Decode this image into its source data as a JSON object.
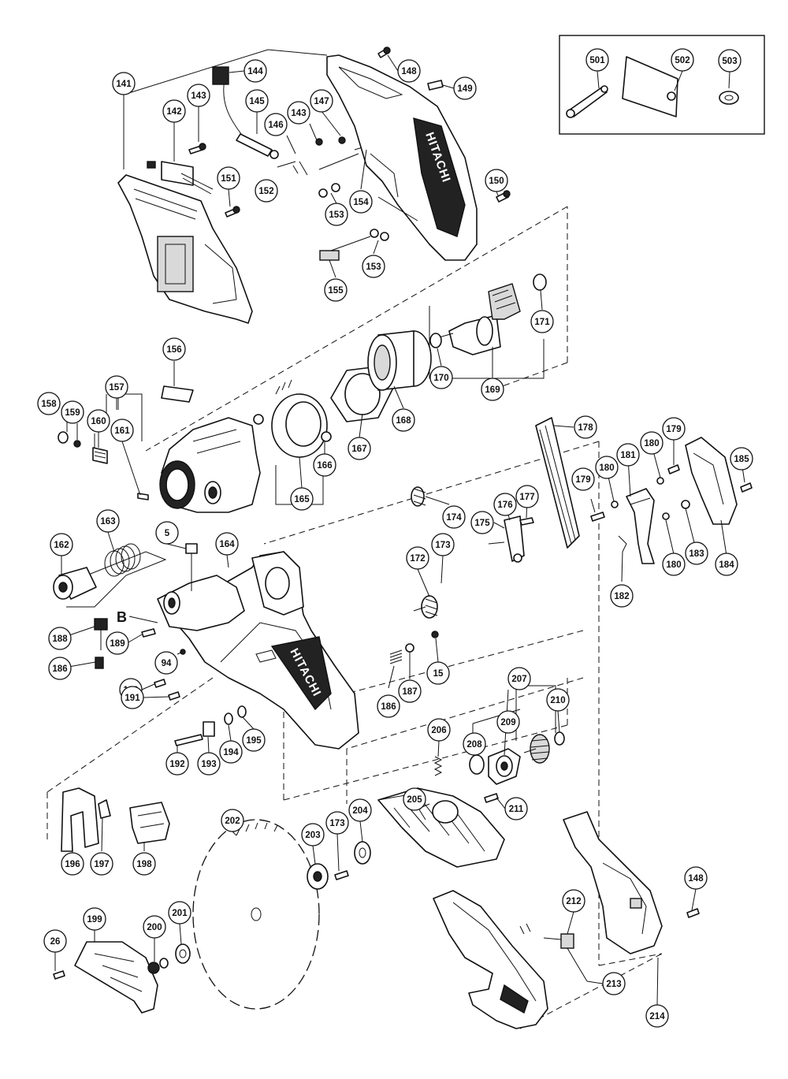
{
  "callouts": [
    {
      "id": "141",
      "label": "141"
    },
    {
      "id": "142",
      "label": "142"
    },
    {
      "id": "143a",
      "label": "143"
    },
    {
      "id": "144",
      "label": "144"
    },
    {
      "id": "145",
      "label": "145"
    },
    {
      "id": "146",
      "label": "146"
    },
    {
      "id": "143b",
      "label": "143"
    },
    {
      "id": "147",
      "label": "147"
    },
    {
      "id": "148a",
      "label": "148"
    },
    {
      "id": "149",
      "label": "149"
    },
    {
      "id": "150",
      "label": "150"
    },
    {
      "id": "151",
      "label": "151"
    },
    {
      "id": "152",
      "label": "152"
    },
    {
      "id": "153a",
      "label": "153"
    },
    {
      "id": "154",
      "label": "154"
    },
    {
      "id": "153b",
      "label": "153"
    },
    {
      "id": "155",
      "label": "155"
    },
    {
      "id": "156",
      "label": "156"
    },
    {
      "id": "157",
      "label": "157"
    },
    {
      "id": "158",
      "label": "158"
    },
    {
      "id": "159",
      "label": "159"
    },
    {
      "id": "160",
      "label": "160"
    },
    {
      "id": "161",
      "label": "161"
    },
    {
      "id": "162",
      "label": "162"
    },
    {
      "id": "163",
      "label": "163"
    },
    {
      "id": "5",
      "label": "5"
    },
    {
      "id": "164",
      "label": "164"
    },
    {
      "id": "165",
      "label": "165"
    },
    {
      "id": "166",
      "label": "166"
    },
    {
      "id": "167",
      "label": "167"
    },
    {
      "id": "168",
      "label": "168"
    },
    {
      "id": "169",
      "label": "169"
    },
    {
      "id": "170",
      "label": "170"
    },
    {
      "id": "171",
      "label": "171"
    },
    {
      "id": "172",
      "label": "172"
    },
    {
      "id": "173a",
      "label": "173"
    },
    {
      "id": "174",
      "label": "174"
    },
    {
      "id": "175",
      "label": "175"
    },
    {
      "id": "176",
      "label": "176"
    },
    {
      "id": "177",
      "label": "177"
    },
    {
      "id": "178",
      "label": "178"
    },
    {
      "id": "179a",
      "label": "179"
    },
    {
      "id": "179b",
      "label": "179"
    },
    {
      "id": "180a",
      "label": "180"
    },
    {
      "id": "180b",
      "label": "180"
    },
    {
      "id": "180c",
      "label": "180"
    },
    {
      "id": "181",
      "label": "181"
    },
    {
      "id": "182",
      "label": "182"
    },
    {
      "id": "183",
      "label": "183"
    },
    {
      "id": "184",
      "label": "184"
    },
    {
      "id": "185",
      "label": "185"
    },
    {
      "id": "186a",
      "label": "186"
    },
    {
      "id": "186b",
      "label": "186"
    },
    {
      "id": "187",
      "label": "187"
    },
    {
      "id": "188",
      "label": "188"
    },
    {
      "id": "189",
      "label": "189"
    },
    {
      "id": "190",
      "label": "190"
    },
    {
      "id": "191",
      "label": "191"
    },
    {
      "id": "192",
      "label": "192"
    },
    {
      "id": "193",
      "label": "193"
    },
    {
      "id": "194",
      "label": "194"
    },
    {
      "id": "195",
      "label": "195"
    },
    {
      "id": "94",
      "label": "94"
    },
    {
      "id": "15",
      "label": "15"
    },
    {
      "id": "196",
      "label": "196"
    },
    {
      "id": "197",
      "label": "197"
    },
    {
      "id": "198",
      "label": "198"
    },
    {
      "id": "199",
      "label": "199"
    },
    {
      "id": "26",
      "label": "26"
    },
    {
      "id": "200",
      "label": "200"
    },
    {
      "id": "201",
      "label": "201"
    },
    {
      "id": "202",
      "label": "202"
    },
    {
      "id": "203",
      "label": "203"
    },
    {
      "id": "173b",
      "label": "173"
    },
    {
      "id": "204",
      "label": "204"
    },
    {
      "id": "205",
      "label": "205"
    },
    {
      "id": "206",
      "label": "206"
    },
    {
      "id": "207",
      "label": "207"
    },
    {
      "id": "208",
      "label": "208"
    },
    {
      "id": "209",
      "label": "209"
    },
    {
      "id": "210",
      "label": "210"
    },
    {
      "id": "211",
      "label": "211"
    },
    {
      "id": "212",
      "label": "212"
    },
    {
      "id": "213",
      "label": "213"
    },
    {
      "id": "214",
      "label": "214"
    },
    {
      "id": "148b",
      "label": "148"
    },
    {
      "id": "501",
      "label": "501"
    },
    {
      "id": "502",
      "label": "502"
    },
    {
      "id": "503",
      "label": "503"
    }
  ],
  "markings": {
    "brand": "HITACHI",
    "ref_marker": "B"
  }
}
